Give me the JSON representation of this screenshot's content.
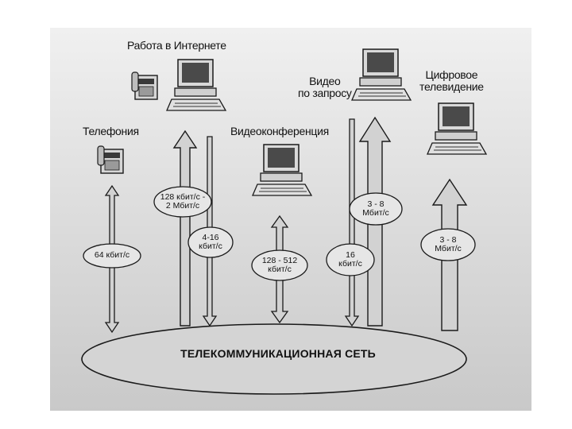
{
  "nodes": {
    "telephony": "Телефония",
    "internet": "Работа в Интернете",
    "videoconf": "Видеоконференция",
    "vod_line1": "Видео",
    "vod_line2": "по запросу",
    "tv_line1": "Цифровое",
    "tv_line2": "телевидение"
  },
  "rates": {
    "telephony": "64 кбит/с",
    "internet_down_l1": "128 кбит/с -",
    "internet_down_l2": "2 Мбит/с",
    "internet_up_l1": "4-16",
    "internet_up_l2": "кбит/с",
    "videoconf_l1": "128 - 512",
    "videoconf_l2": "кбит/с",
    "vod_up_l1": "16",
    "vod_up_l2": "кбит/с",
    "vod_down_l1": "3 - 8",
    "vod_down_l2": "Мбит/с",
    "tv_l1": "3 - 8",
    "tv_l2": "Мбит/с"
  },
  "network": "ТЕЛЕКОММУНИКАЦИОННАЯ СЕТЬ",
  "colors": {
    "arrow_fill": "#d2d2d2",
    "stroke": "#1a1a1a",
    "bubble": "#e6e6e6"
  }
}
